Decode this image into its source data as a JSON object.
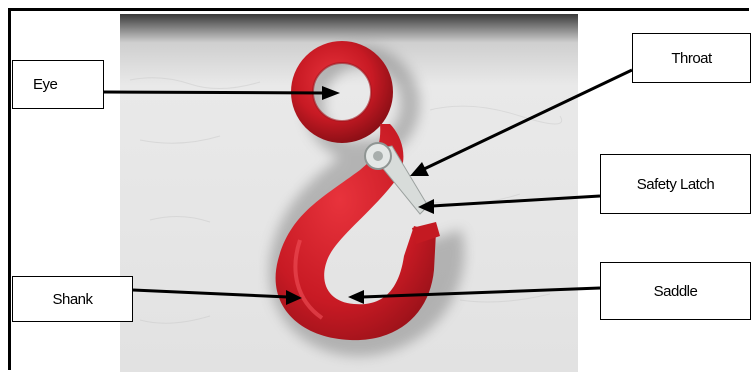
{
  "labels": {
    "eye": "Eye",
    "throat": "Throat",
    "safety_latch": "Safety Latch",
    "shank": "Shank",
    "saddle": "Saddle"
  },
  "colors": {
    "hook": "#d41f28",
    "latch": "#cfd4d2",
    "wall": "#e6e6e6"
  }
}
